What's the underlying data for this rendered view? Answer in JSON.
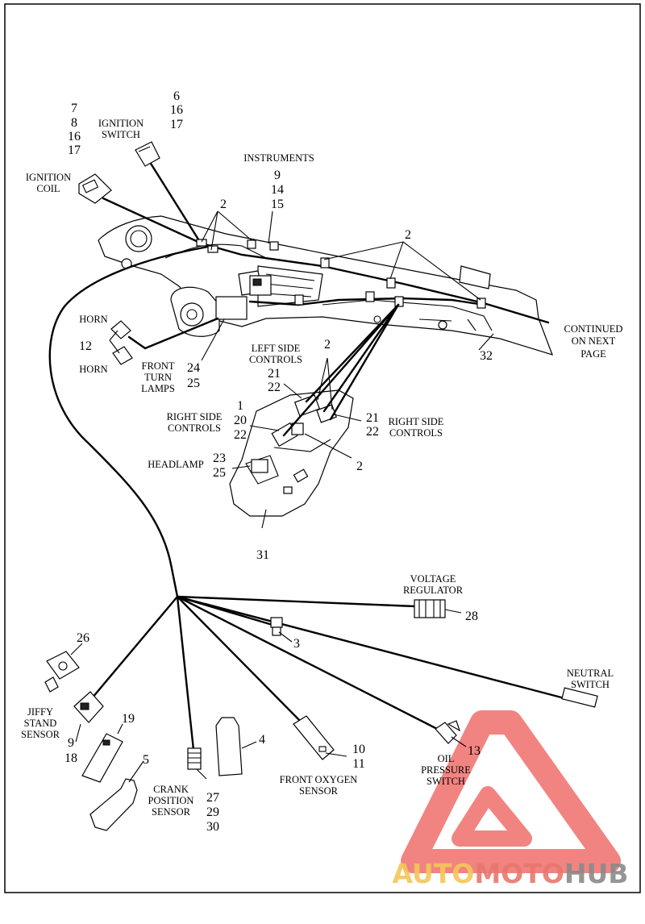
{
  "callouts": {
    "ignition_coil_nums": [
      "7",
      "8",
      "16",
      "17"
    ],
    "ignition_coil_label": [
      "IGNITION",
      "COIL"
    ],
    "ignition_switch_nums": [
      "6",
      "16",
      "17"
    ],
    "ignition_switch_label": [
      "IGNITION",
      "SWITCH"
    ],
    "instruments_label": "INSTRUMENTS",
    "instruments_nums": [
      "9",
      "14",
      "15"
    ],
    "clip_left": "2",
    "clip_right": "2",
    "clip_controls": "2",
    "clip_lower": "2",
    "continued": [
      "CONTINUED",
      "ON NEXT",
      "PAGE"
    ],
    "fairing_num": "32",
    "horn_top": "HORN",
    "horn_bottom": "HORN",
    "horn_num": "12",
    "front_turn_label": [
      "FRONT",
      "TURN",
      "LAMPS"
    ],
    "front_turn_nums": [
      "24",
      "25"
    ],
    "left_controls_label": [
      "LEFT SIDE",
      "CONTROLS"
    ],
    "left_controls_nums": [
      "21",
      "22"
    ],
    "right_controls_left_nums": [
      "1",
      "20",
      "22"
    ],
    "right_controls_left_label": [
      "RIGHT SIDE",
      "CONTROLS"
    ],
    "right_controls_right_nums": [
      "21",
      "22"
    ],
    "right_controls_right_label": [
      "RIGHT SIDE",
      "CONTROLS"
    ],
    "headlamp_label": "HEADLAMP",
    "headlamp_nums": [
      "23",
      "25"
    ],
    "headlamp_housing_num": "31",
    "voltage_regulator_label": [
      "VOLTAGE",
      "REGULATOR"
    ],
    "voltage_regulator_num": "28",
    "sensor3_num": "3",
    "neutral_switch_label": [
      "NEUTRAL",
      "SWITCH"
    ],
    "jiffy_num": "26",
    "jiffy_label": [
      "JIFFY",
      "STAND",
      "SENSOR"
    ],
    "jiffy_conn_nums": [
      "9",
      "18"
    ],
    "conn19_num": "19",
    "conn5_num": "5",
    "conn4_num": "4",
    "crank_label": [
      "CRANK",
      "POSITION",
      "SENSOR"
    ],
    "crank_nums": [
      "27",
      "29",
      "30"
    ],
    "oxygen_label": [
      "FRONT OXYGEN",
      "SENSOR"
    ],
    "oxygen_nums": [
      "10",
      "11"
    ],
    "oil_num": "13",
    "oil_label": [
      "OIL",
      "PRESSURE",
      "SWITCH"
    ]
  },
  "watermark": {
    "word_a": "AUTO",
    "word_b": "MOTO",
    "word_c": "HUB",
    "color_a": "#f5c65a",
    "color_b": "#e8776e",
    "color_c": "#8a8a8a",
    "logo_color": "#ef6f6c"
  }
}
